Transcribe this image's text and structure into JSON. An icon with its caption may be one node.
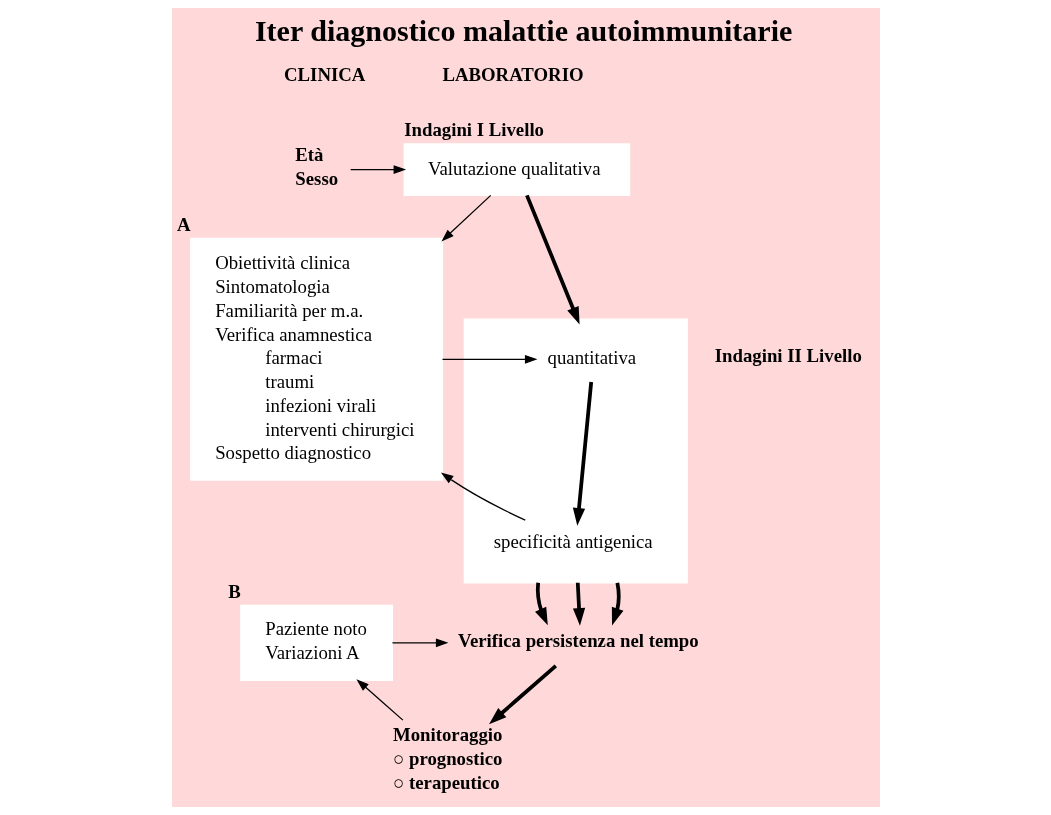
{
  "diagram": {
    "title": "Iter diagnostico malattie autoimmunitarie",
    "nodes": [
      {
        "text": [
          "Età",
          "Sesso"
        ]
      },
      {
        "text": [
          "Valutazione qualitativa"
        ],
        "beside": [
          "Indagini I Livello"
        ]
      },
      {
        "text": [
          "Obiettività clinica",
          "Sintomatologia",
          "Familiarità per m.a.",
          "Verifica anamnestica",
          "farmaci",
          "traumi",
          "infezioni virali",
          "interventi chirurgici",
          "Sospetto diagnostico"
        ],
        "beside": [
          "A"
        ]
      },
      {
        "text": [],
        "shape": "box",
        "beside": [
          "Indagini II Livello"
        ]
      },
      {
        "text": [
          "quantitativa"
        ],
        "in": 3
      },
      {
        "text": [
          "specificità antigenica"
        ],
        "in": 3
      },
      {
        "text": [
          "Verifica persistenza nel tempo"
        ]
      },
      {
        "text": [
          "Paziente noto",
          "Variazioni A"
        ],
        "beside": [
          "B"
        ]
      },
      {
        "text": [
          "Monitoraggio",
          "○ prognostico",
          "○ terapeutico"
        ]
      }
    ],
    "edges": [
      {
        "from": 0,
        "to": 1,
        "arrow": "to"
      },
      {
        "from": 1,
        "to": 2,
        "arrow": "to"
      },
      {
        "from": 1,
        "to": 3,
        "arrow": "to",
        "style": "thick"
      },
      {
        "from": 2,
        "to": 4,
        "arrow": "to"
      },
      {
        "from": 4,
        "to": 5,
        "arrow": "to",
        "style": "thick"
      },
      {
        "from": 5,
        "to": 2,
        "arrow": "to"
      },
      {
        "from": 3,
        "to": 6,
        "arrow": "to",
        "style": "thick"
      },
      {
        "from": 3,
        "to": 6,
        "arrow": "to",
        "style": "thick"
      },
      {
        "from": 3,
        "to": 6,
        "arrow": "to",
        "style": "thick"
      },
      {
        "from": 7,
        "to": 6,
        "arrow": "to"
      },
      {
        "from": 6,
        "to": 8,
        "arrow": "to",
        "style": "thick"
      },
      {
        "from": 8,
        "to": 7,
        "arrow": "to"
      }
    ],
    "labels": [
      "CLINICA",
      "LABORATORIO"
    ]
  }
}
